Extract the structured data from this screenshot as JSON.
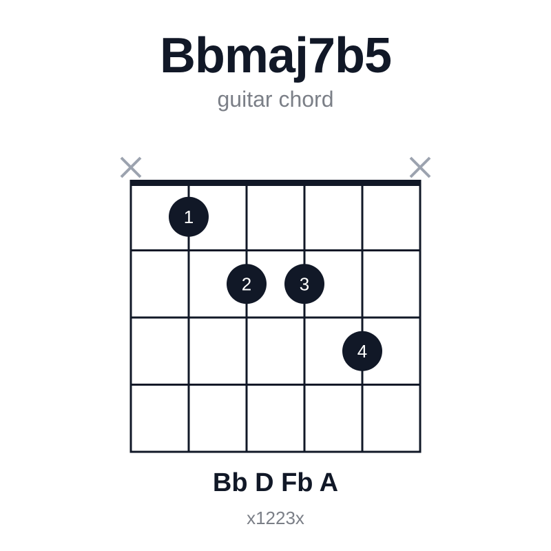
{
  "chord": {
    "name": "Bbmaj7b5",
    "subtitle": "guitar chord",
    "notes": "Bb D Fb A",
    "fingering": "x1223x"
  },
  "diagram": {
    "strings": 6,
    "frets_shown": 4,
    "muted_strings": [
      1,
      6
    ],
    "dots": [
      {
        "string": 2,
        "fret": 1,
        "finger": "1"
      },
      {
        "string": 3,
        "fret": 2,
        "finger": "2"
      },
      {
        "string": 4,
        "fret": 2,
        "finger": "3"
      },
      {
        "string": 5,
        "fret": 3,
        "finger": "4"
      }
    ]
  },
  "colors": {
    "ink": "#111827",
    "muted_mark": "#9ca3af",
    "subtitle": "#7b7f87",
    "dot_text": "#ffffff"
  }
}
